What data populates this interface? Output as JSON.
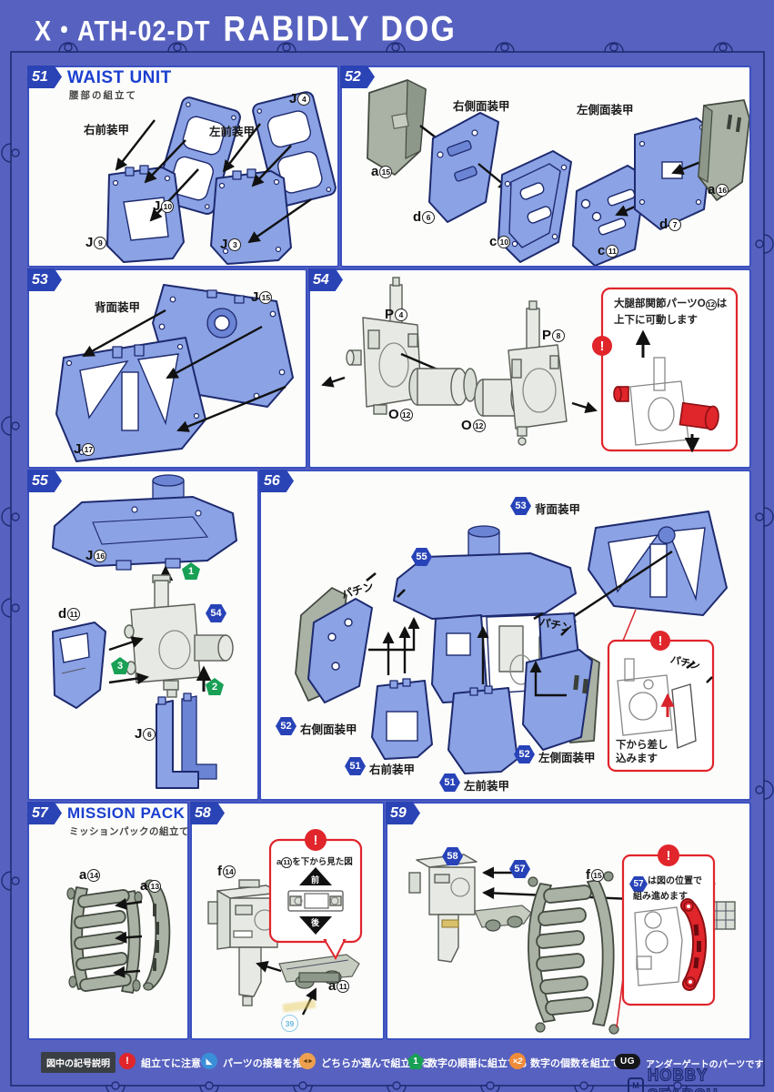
{
  "header": {
    "code": "X・ATH-02-DT",
    "name": "RABIDLY DOG"
  },
  "steps": {
    "s51": {
      "num": "51",
      "title": "WAIST UNIT",
      "subtitle": "腰部の組立て",
      "labels": {
        "rf": "右前装甲",
        "lf": "左前装甲"
      },
      "parts": {
        "j4": {
          "l": "J",
          "n": "4"
        },
        "j10": {
          "l": "J",
          "n": "10"
        },
        "j9": {
          "l": "J",
          "n": "9"
        },
        "j3": {
          "l": "J",
          "n": "3"
        }
      }
    },
    "s52": {
      "num": "52",
      "labels": {
        "rs": "右側面装甲",
        "ls": "左側面装甲"
      },
      "parts": {
        "a15": {
          "l": "a",
          "n": "15"
        },
        "d6": {
          "l": "d",
          "n": "6"
        },
        "c10": {
          "l": "c",
          "n": "10"
        },
        "c11": {
          "l": "c",
          "n": "11"
        },
        "d7": {
          "l": "d",
          "n": "7"
        },
        "a16": {
          "l": "a",
          "n": "16"
        }
      }
    },
    "s53": {
      "num": "53",
      "labels": {
        "back": "背面装甲"
      },
      "parts": {
        "j15": {
          "l": "J",
          "n": "15"
        },
        "j17": {
          "l": "J",
          "n": "17"
        }
      }
    },
    "s54": {
      "num": "54",
      "parts": {
        "p4": {
          "l": "P",
          "n": "4"
        },
        "p8": {
          "l": "P",
          "n": "8"
        },
        "o12a": {
          "l": "O",
          "n": "12"
        },
        "o12b": {
          "l": "O",
          "n": "12"
        }
      },
      "note": {
        "excl": "!",
        "l1pre": "大腿部関節パーツO",
        "l1n": "12",
        "l1post": "は",
        "l2": "上下に可動します"
      }
    },
    "s55": {
      "num": "55",
      "ref54": "54",
      "order": {
        "o1": "1",
        "o2": "2",
        "o3": "3"
      },
      "parts": {
        "j16": {
          "l": "J",
          "n": "16"
        },
        "d11": {
          "l": "d",
          "n": "11"
        },
        "j6": {
          "l": "J",
          "n": "6"
        }
      }
    },
    "s56": {
      "num": "56",
      "refs": {
        "r53": "53",
        "r53t": "背面装甲",
        "r55": "55",
        "r52a": "52",
        "r52at": "右側面装甲",
        "r51a": "51",
        "r51at": "右前装甲",
        "r51b": "51",
        "r51bt": "左前装甲",
        "r52b": "52",
        "r52bt": "左側面装甲"
      },
      "snap1": "パチン",
      "snap2": "パチン",
      "note": {
        "excl": "!",
        "snap": "パチン",
        "l1": "下から差し",
        "l2": "込みます"
      }
    },
    "s57": {
      "num": "57",
      "title": "MISSION PACK",
      "subtitle": "ミッションパックの組立て",
      "parts": {
        "a14": {
          "l": "a",
          "n": "14"
        },
        "a13": {
          "l": "a",
          "n": "13"
        }
      }
    },
    "s58": {
      "num": "58",
      "parts": {
        "f14": {
          "l": "f",
          "n": "14"
        },
        "a11": {
          "l": "a",
          "n": "11"
        }
      },
      "note": {
        "excl": "!",
        "tpre": "a",
        "tn": "11",
        "tpost": "を下から見た図",
        "front": "前",
        "rear": "後"
      },
      "watermark_num": "39"
    },
    "s59": {
      "num": "59",
      "ref58": "58",
      "ref57": "57",
      "parts": {
        "f15": {
          "l": "f",
          "n": "15"
        }
      },
      "note": {
        "excl": "!",
        "ref": "57",
        "l1": "は図の位置で",
        "l2": "組み進めます"
      }
    }
  },
  "legend": {
    "heading": "図中の記号説明",
    "items": [
      {
        "icon": "warning",
        "badge": "!",
        "text": "組立てに注意"
      },
      {
        "icon": "glue",
        "badge": "◣",
        "text": "パーツの接着を推奨"
      },
      {
        "icon": "choose",
        "badge": "◄►",
        "text": "どちらか選んで組立てる"
      },
      {
        "icon": "order",
        "badge": "1",
        "text": "数字の順番に組立てる"
      },
      {
        "icon": "count",
        "badge": "×2",
        "text": "数字の個数を組立てる"
      },
      {
        "icon": "undergate",
        "badge": "UG",
        "text": "アンダーゲートのパーツです"
      }
    ]
  },
  "watermark": {
    "logo": "HOBBY SEARCH"
  }
}
